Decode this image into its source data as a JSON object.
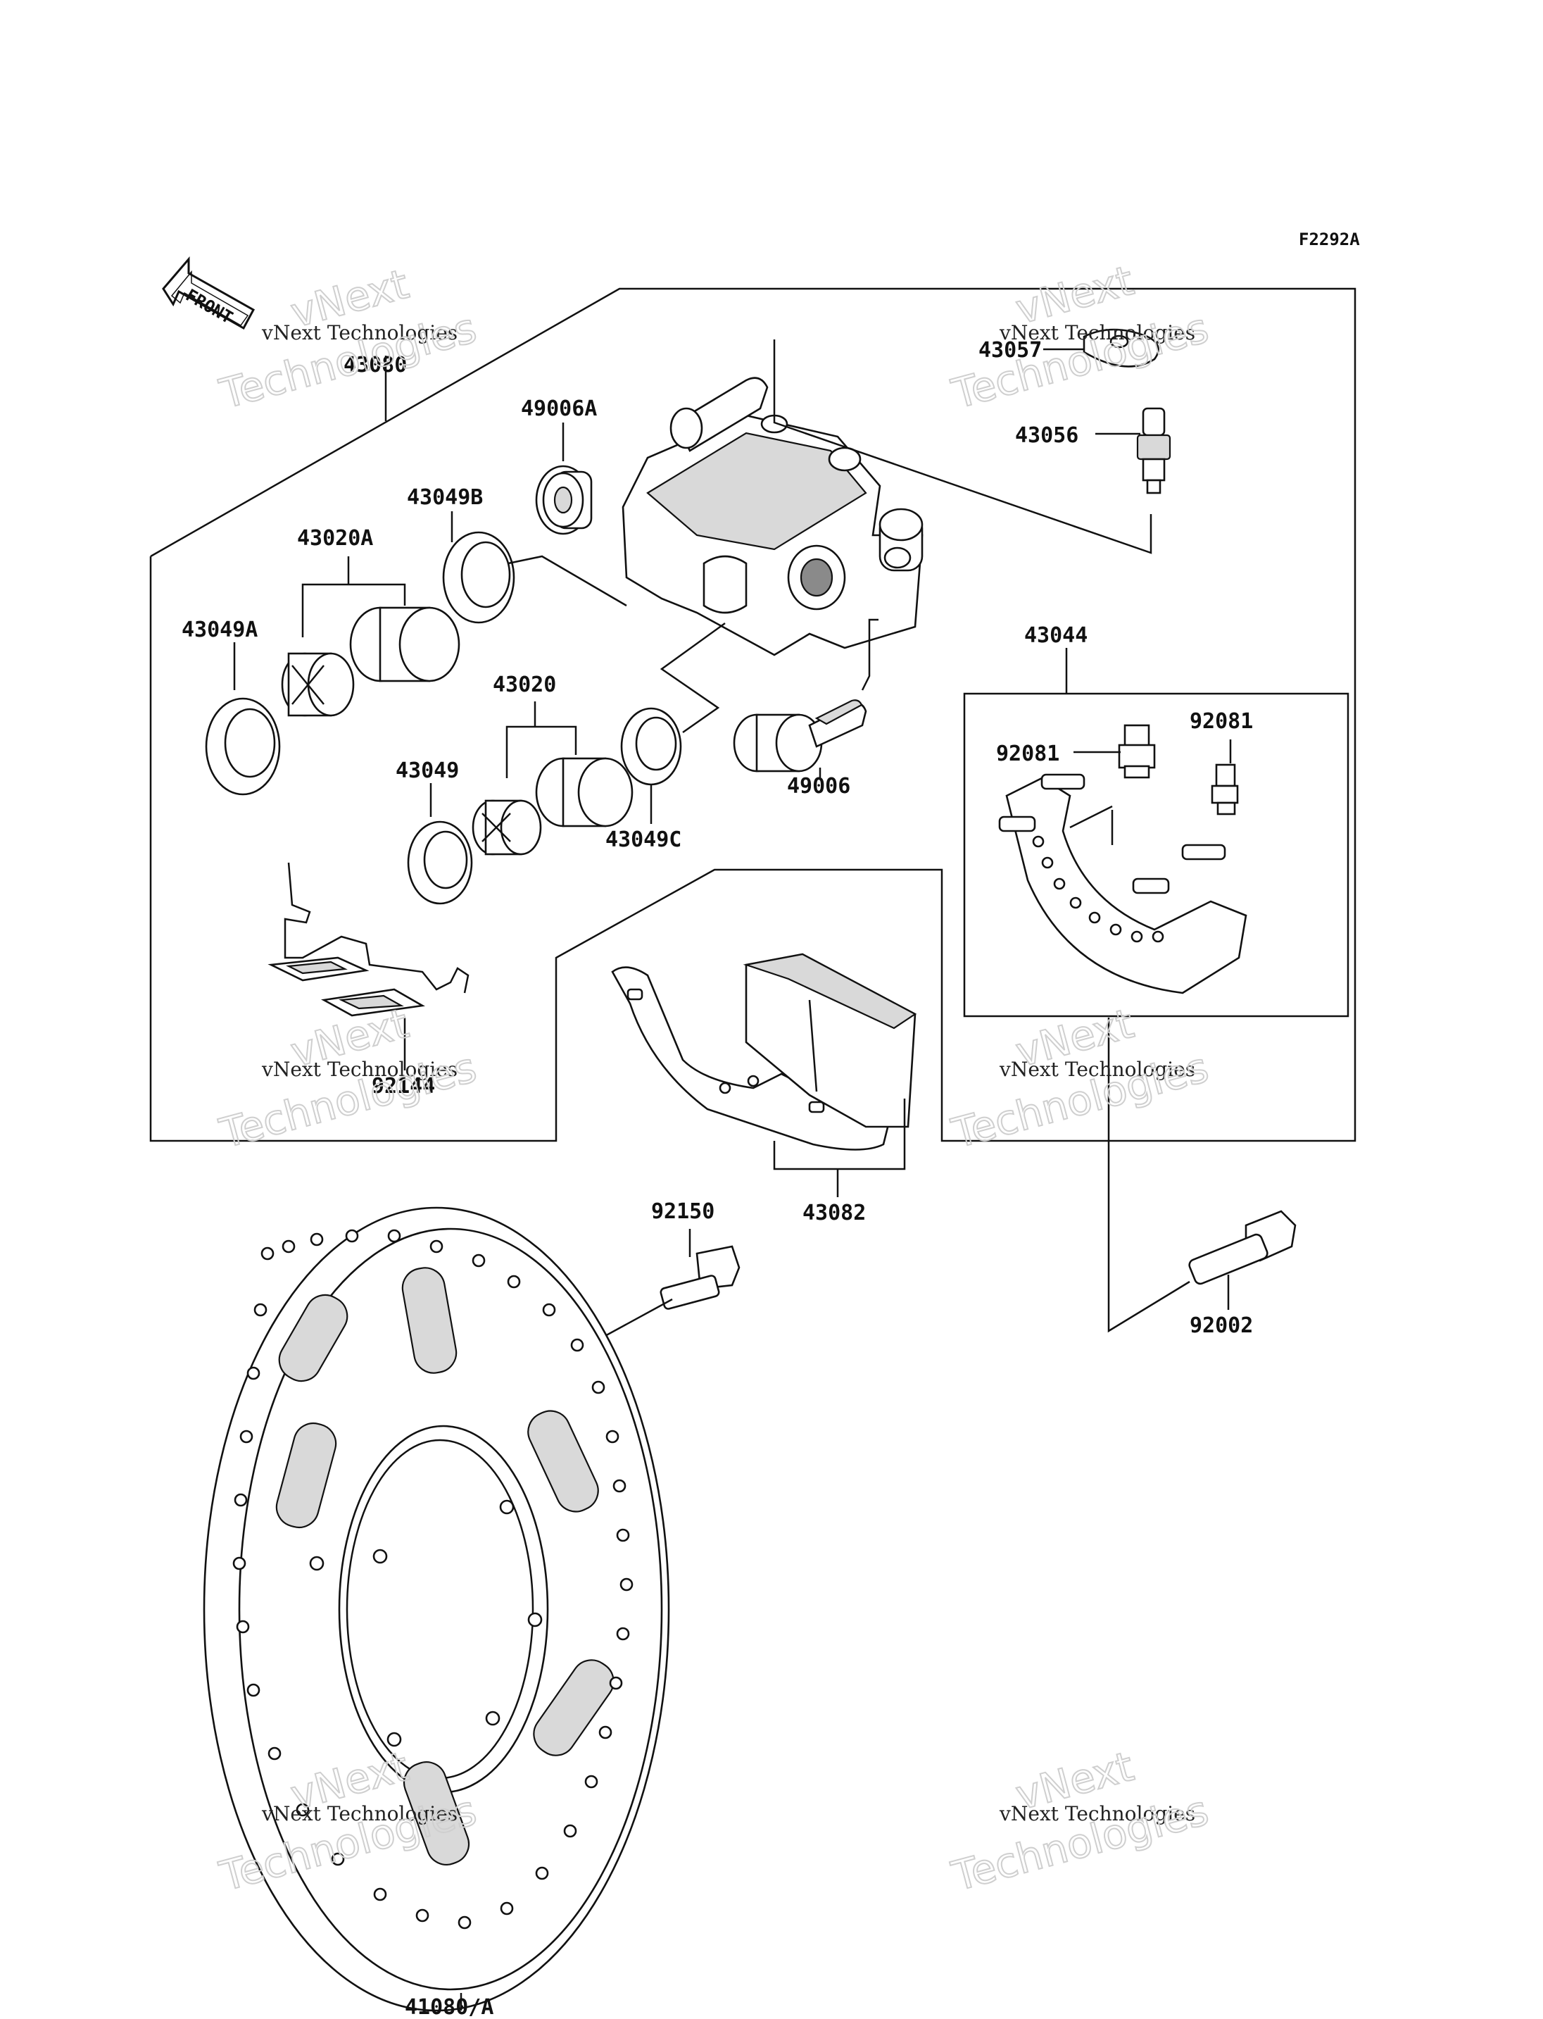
{
  "figure_code": "F2292A",
  "front_arrow": {
    "text": "FRONT",
    "icon": "front-direction-arrow-icon"
  },
  "part_labels": {
    "p43080": "43080",
    "p49006A": "49006A",
    "p43049B": "43049B",
    "p43020A": "43020A",
    "p43049A": "43049A",
    "p43020": "43020",
    "p43049": "43049",
    "p43049C": "43049C",
    "p49006": "49006",
    "p43057": "43057",
    "p43056": "43056",
    "p43044": "43044",
    "p92081a": "92081",
    "p92081b": "92081",
    "p92144": "92144",
    "p43082": "43082",
    "p92150": "92150",
    "p92002": "92002",
    "p41080A": "41080/A"
  },
  "watermark": {
    "line1": "vNext Technologies",
    "line2": "vNext",
    "line3": "Technologies"
  },
  "colors": {
    "ink": "#111111",
    "background": "#ffffff",
    "watermark_outline": "#cfcfcf"
  }
}
